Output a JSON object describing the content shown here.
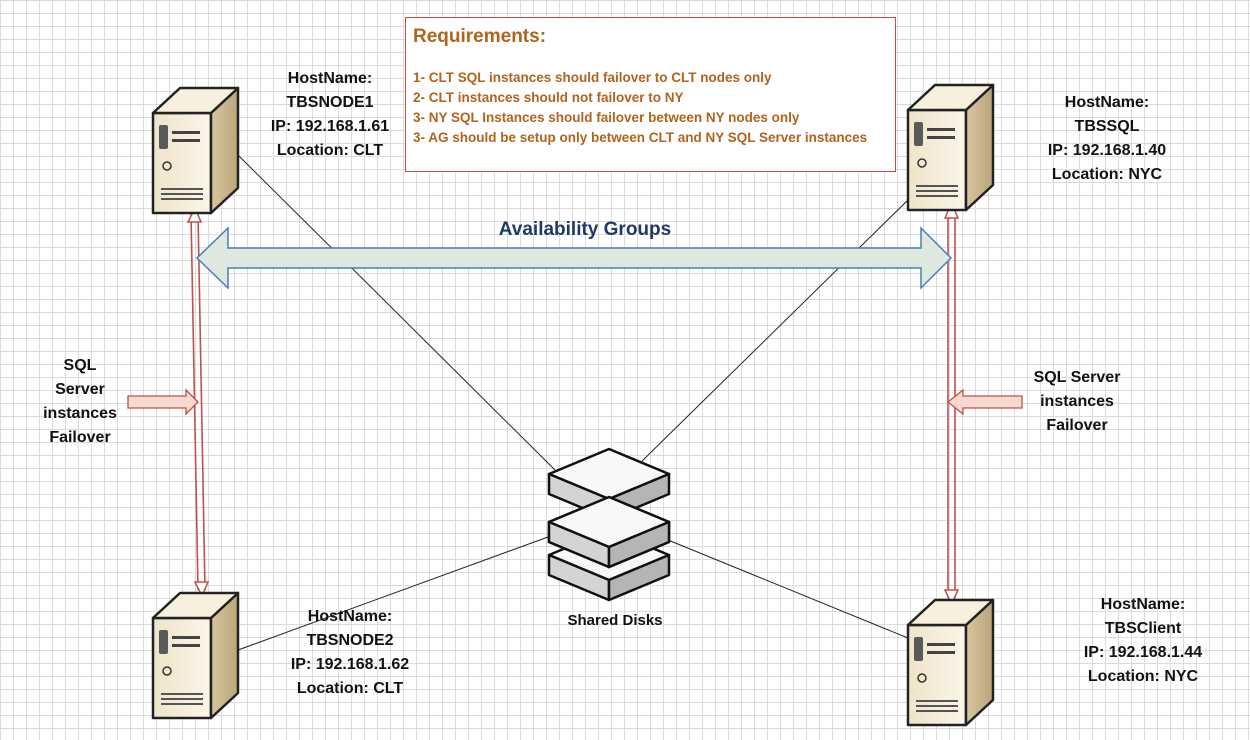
{
  "requirements": {
    "title": "Requirements:",
    "items": [
      "1- CLT SQL instances should failover to CLT nodes only",
      "2- CLT instances should not failover to NY",
      "3- NY SQL Instances should failover between NY nodes only",
      "3- AG should be setup only between CLT and NY SQL Server instances"
    ]
  },
  "nodes": {
    "tbsnode1": [
      "HostName:",
      "TBSNODE1",
      "IP: 192.168.1.61",
      "Location: CLT"
    ],
    "tbssql": [
      "HostName:",
      "TBSSQL",
      "IP: 192.168.1.40",
      "Location: NYC"
    ],
    "tbsnode2": [
      "HostName:",
      "TBSNODE2",
      "IP: 192.168.1.62",
      "Location: CLT"
    ],
    "tbsclient": [
      "HostName:",
      "TBSClient",
      "IP: 192.168.1.44",
      "Location: NYC"
    ]
  },
  "availability_groups": "Availability Groups",
  "failover_left": [
    "SQL",
    "Server",
    "instances",
    "Failover"
  ],
  "failover_right": [
    "SQL Server",
    "instances",
    "Failover"
  ],
  "shared_disks": "Shared Disks",
  "colors": {
    "server_body": "#f0e6cf",
    "server_side": "#cdbb92",
    "ag_arrow_fill": "#dfe8de",
    "ag_arrow_stroke": "#4a7fb5",
    "failover_line": "#c0504d",
    "requirements_text": "#b0641c",
    "requirements_border": "#c0504d"
  }
}
